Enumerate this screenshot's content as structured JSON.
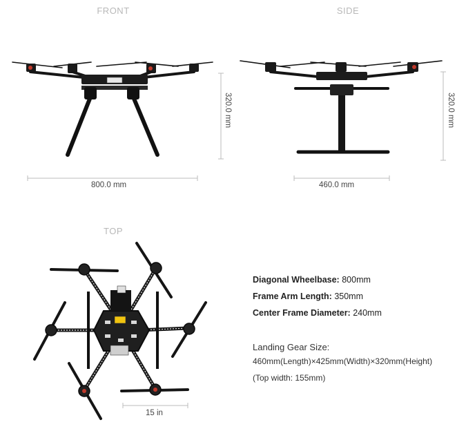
{
  "views": {
    "front": {
      "label": "FRONT",
      "width_dim": "800.0 mm",
      "height_dim": "320.0 mm"
    },
    "side": {
      "label": "SIDE",
      "width_dim": "460.0 mm",
      "height_dim": "320.0 mm"
    },
    "top": {
      "label": "TOP",
      "prop_dim": "15 in"
    }
  },
  "specs": {
    "wheelbase_key": "Diagonal Wheelbase:",
    "wheelbase_val": "800mm",
    "arm_key": "Frame Arm Length:",
    "arm_val": "350mm",
    "center_key": "Center Frame Diameter:",
    "center_val": "240mm",
    "gear_title": "Landing Gear Size:",
    "gear_dims": "460mm(Length)×425mm(Width)×320mm(Height)",
    "gear_top": "(Top width: 155mm)"
  }
}
